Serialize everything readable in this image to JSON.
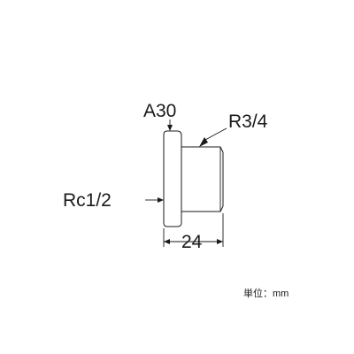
{
  "diagram": {
    "labels": {
      "hex_size": "A30",
      "male_thread": "R3/4",
      "female_thread": "Rc1/2",
      "length": "24"
    },
    "unit_note": "単位：mm"
  },
  "colors": {
    "ink": "#1a1a1a",
    "background": "#ffffff"
  }
}
